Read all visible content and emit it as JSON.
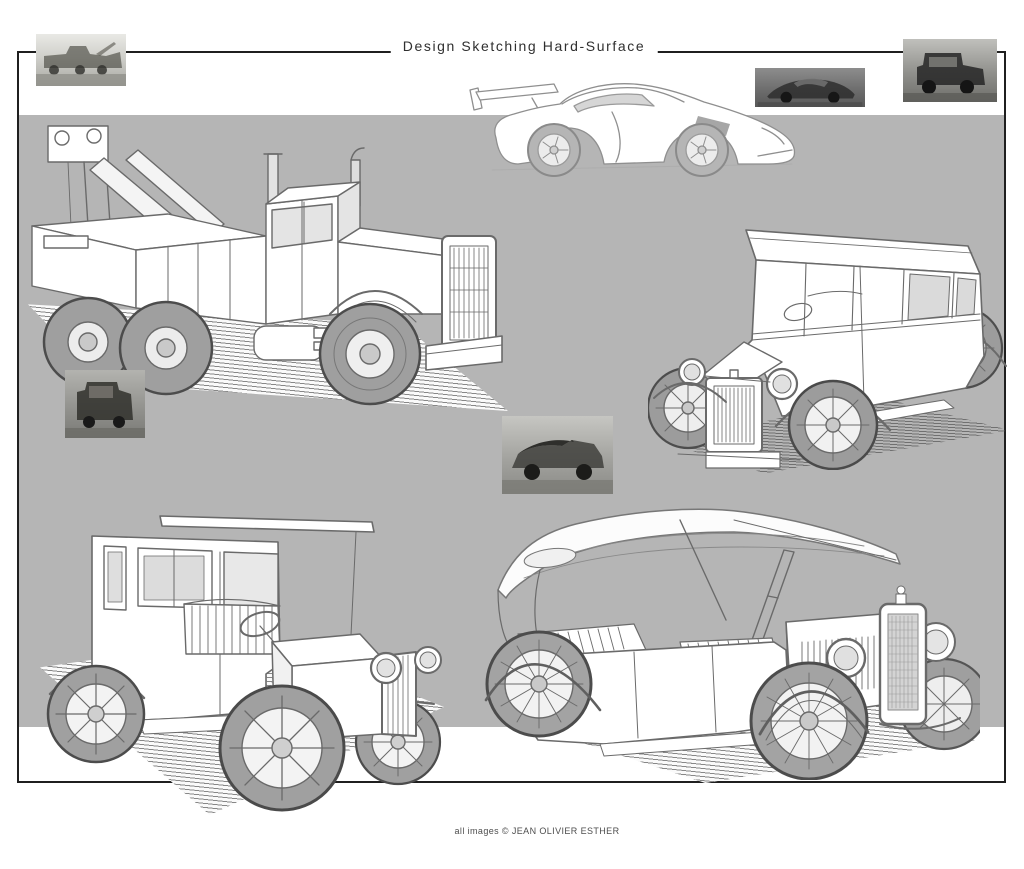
{
  "header": {
    "title": "Design Sketching Hard-Surface"
  },
  "footer": {
    "caption": "all images © JEAN OLIVIER ESTHER"
  },
  "colors": {
    "page_bg": "#ffffff",
    "canvas_bg": "#b5b5b5",
    "frame_border": "#1f1f1f",
    "sketch_line": "#6a6a6a",
    "title_text": "#2f2f2f",
    "caption_text": "#4d4d4d"
  },
  "photos": [
    {
      "name": "tow-truck-reference-photo"
    },
    {
      "name": "mclaren-f1-reference-photo"
    },
    {
      "name": "vintage-limousine-reference-photo"
    },
    {
      "name": "vintage-taxi-reference-photo"
    },
    {
      "name": "vintage-touring-car-reference-photo"
    }
  ],
  "sketches": [
    {
      "name": "tow-truck-sketch"
    },
    {
      "name": "sports-car-sketch"
    },
    {
      "name": "vintage-sedan-sketch"
    },
    {
      "name": "vintage-taxi-sketch"
    },
    {
      "name": "vintage-touring-car-sketch"
    }
  ]
}
